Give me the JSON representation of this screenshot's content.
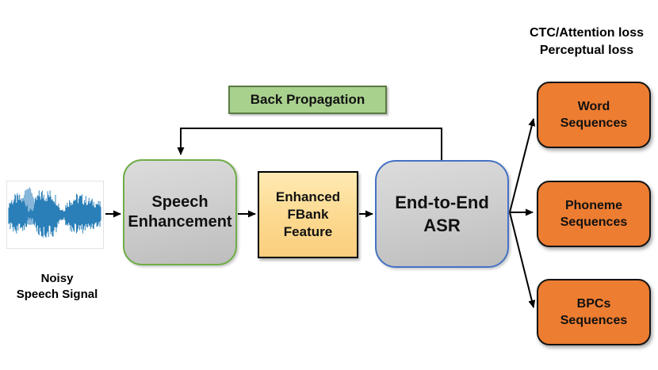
{
  "figure": {
    "loss_caption": {
      "line1": "CTC/Attention loss",
      "line2": "Perceptual loss"
    },
    "back_propagation_label": "Back Propagation",
    "input_caption": {
      "line1": "Noisy",
      "line2": "Speech Signal"
    },
    "nodes": {
      "speech_enhancement": {
        "line1": "Speech",
        "line2": "Enhancement"
      },
      "enhanced_fbank": {
        "line1": "Enhanced",
        "line2": "FBank",
        "line3": "Feature"
      },
      "end_to_end_asr": {
        "line1": "End-to-End",
        "line2": "ASR"
      },
      "word_sequences": {
        "line1": "Word",
        "line2": "Sequences"
      },
      "phoneme_sequences": {
        "line1": "Phoneme",
        "line2": "Sequences"
      },
      "bpcs_sequences": {
        "line1": "BPCs",
        "line2": "Sequences"
      }
    },
    "colors": {
      "waveform_blue": "#2a7fb8",
      "waveform_light_blue": "#79aed6",
      "gray_node_fill_top": "#dcdcdc",
      "gray_node_fill_bottom": "#bdbdbd",
      "green_border": "#70ad47",
      "blue_border": "#4472c4",
      "back_prop_fill": "#a9d18e",
      "back_prop_border": "#5a7a43",
      "fbank_fill_top": "#ffeab3",
      "fbank_fill_bottom": "#fbce7e",
      "orange_fill": "#ed7d31",
      "arrow_color": "#000000"
    }
  }
}
